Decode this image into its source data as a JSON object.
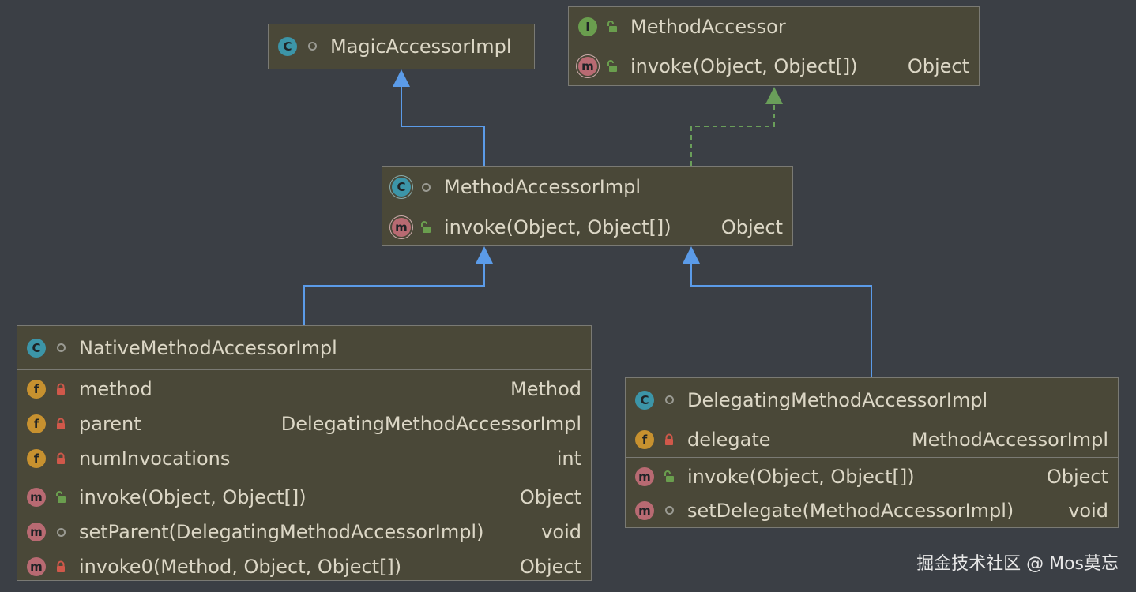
{
  "classes": {
    "magic": {
      "kind": "C",
      "name": "MagicAccessorImpl"
    },
    "method_accessor": {
      "kind": "I",
      "name": "MethodAccessor",
      "methods": [
        {
          "name": "invoke(Object, Object[])",
          "type": "Object"
        }
      ]
    },
    "method_accessor_impl": {
      "kind": "C",
      "name": "MethodAccessorImpl",
      "methods": [
        {
          "name": "invoke(Object, Object[])",
          "type": "Object"
        }
      ]
    },
    "native": {
      "kind": "C",
      "name": "NativeMethodAccessorImpl",
      "fields": [
        {
          "name": "method",
          "type": "Method"
        },
        {
          "name": "parent",
          "type": "DelegatingMethodAccessorImpl"
        },
        {
          "name": "numInvocations",
          "type": "int"
        }
      ],
      "methods": [
        {
          "name": "invoke(Object, Object[])",
          "type": "Object"
        },
        {
          "name": "setParent(DelegatingMethodAccessorImpl)",
          "type": "void"
        },
        {
          "name": "invoke0(Method, Object, Object[])",
          "type": "Object"
        }
      ]
    },
    "delegating": {
      "kind": "C",
      "name": "DelegatingMethodAccessorImpl",
      "fields": [
        {
          "name": "delegate",
          "type": "MethodAccessorImpl"
        }
      ],
      "methods": [
        {
          "name": "invoke(Object, Object[])",
          "type": "Object"
        },
        {
          "name": "setDelegate(MethodAccessorImpl)",
          "type": "void"
        }
      ]
    }
  },
  "badges": {
    "class": "c",
    "interface": "I",
    "field": "f",
    "method": "m"
  },
  "icons": [
    "class-icon",
    "interface-icon",
    "field-icon",
    "method-icon",
    "public-icon",
    "private-icon",
    "package-icon"
  ],
  "colors": {
    "background": "#3b3f45",
    "box_fill": "#4a4838",
    "extends_arrow": "#5b9be8",
    "implements_arrow": "#6a9e5a"
  },
  "watermark": "掘金技术社区 @ Mos莫忘"
}
